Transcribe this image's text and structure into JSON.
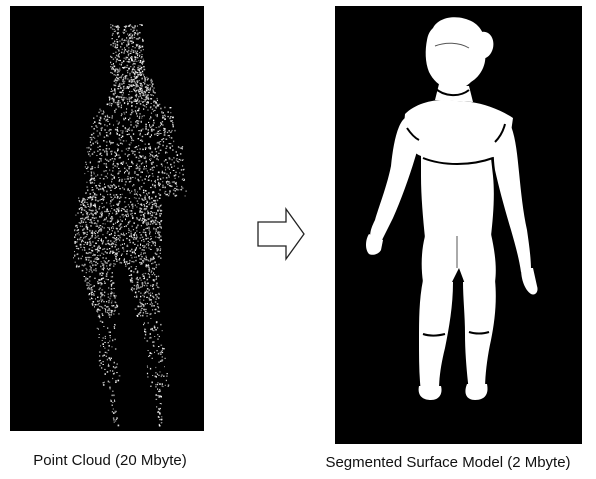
{
  "left_panel": {
    "caption": "Point Cloud (20 Mbyte)"
  },
  "right_panel": {
    "caption": "Segmented Surface Model (2 Mbyte)"
  },
  "arrow": {
    "direction": "right",
    "icon": "right-arrow-icon"
  },
  "colors": {
    "panel_background": "#000000",
    "points": "#e8e8e8",
    "surface": "#ffffff"
  }
}
